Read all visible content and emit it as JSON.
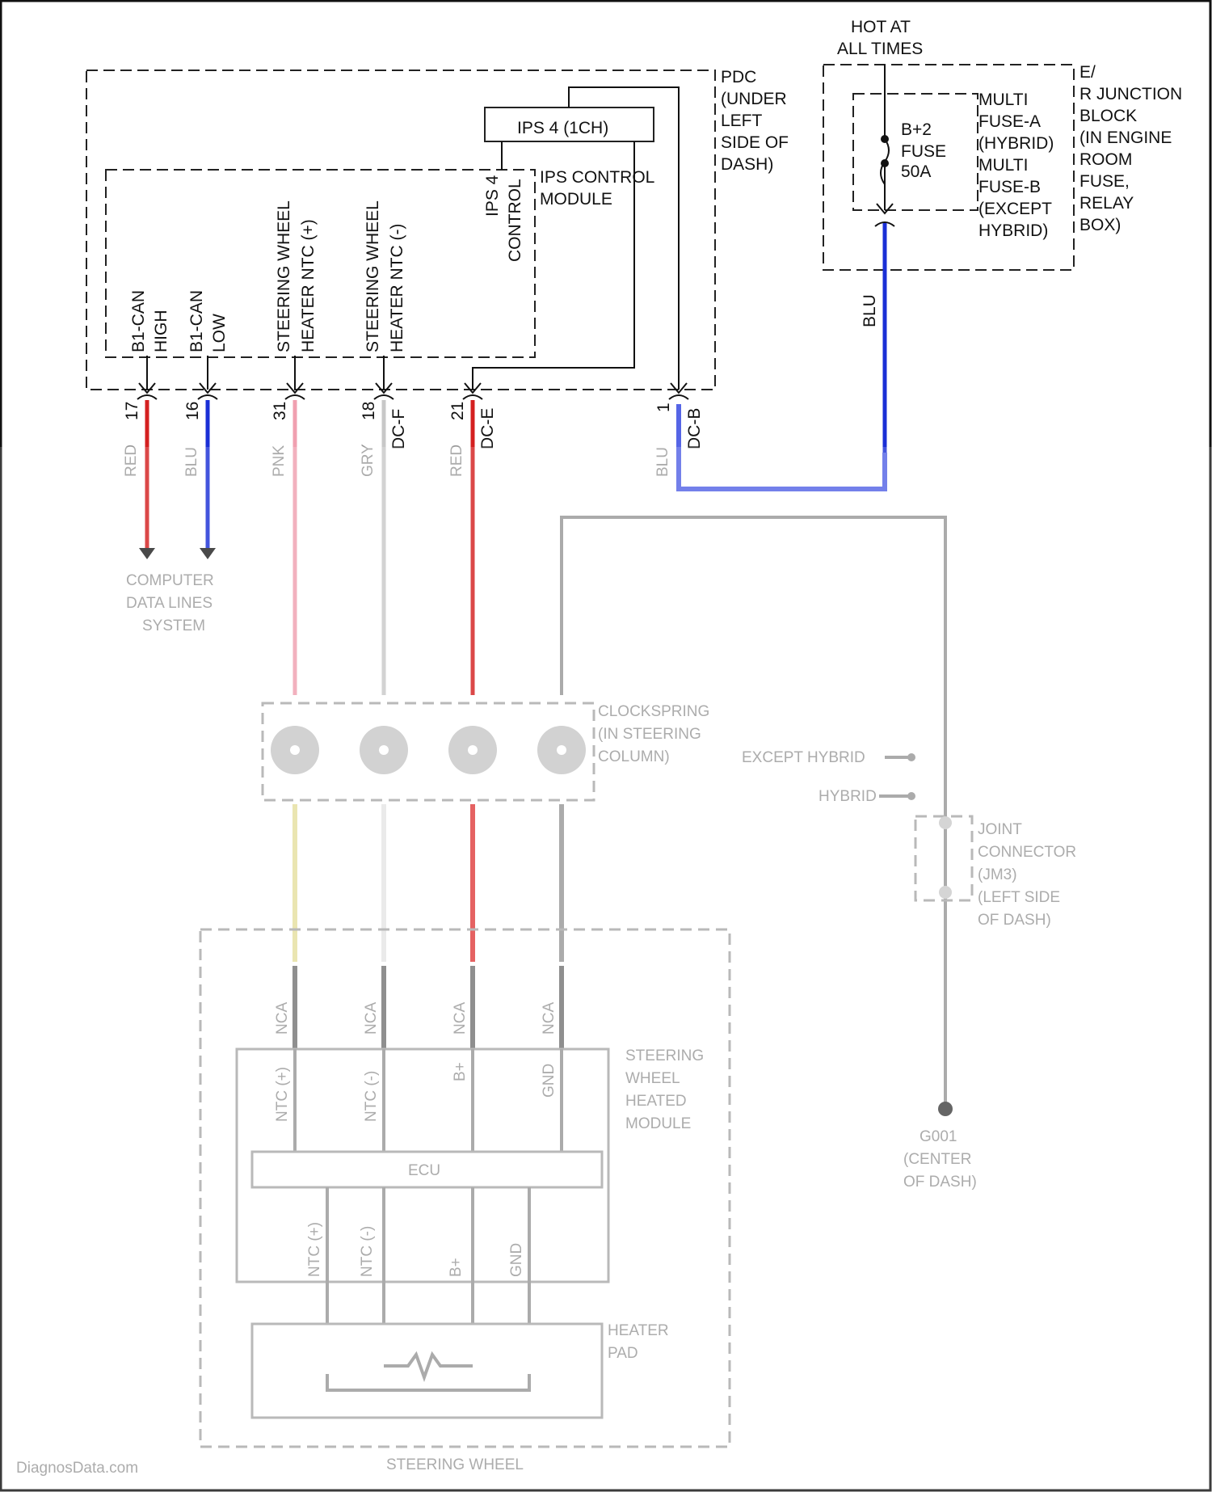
{
  "header": {
    "hot_at": [
      "HOT AT",
      "ALL TIMES"
    ],
    "pdc": [
      "PDC",
      "(UNDER",
      "LEFT",
      "SIDE OF",
      "DASH)"
    ],
    "ips4": "IPS 4 (1CH)",
    "ips_control_module": [
      "IPS CONTROL",
      "MODULE"
    ],
    "ips4_control": [
      "IPS 4",
      "CONTROL"
    ],
    "junction_block": [
      "E/",
      "R JUNCTION",
      "BLOCK",
      "(IN ENGINE",
      "ROOM",
      "FUSE,",
      "RELAY",
      "BOX)"
    ],
    "fuse": [
      "B+2",
      "FUSE",
      "50A"
    ],
    "multi_fuse": [
      "MULTI",
      "FUSE-A",
      "(HYBRID)",
      "MULTI",
      "FUSE-B",
      "(EXCEPT",
      "HYBRID)"
    ],
    "fuse_wire_color": "BLU"
  },
  "pins": [
    {
      "name": [
        "B1-CAN",
        "HIGH"
      ],
      "pin": "17",
      "conn": "",
      "wire": "RED",
      "color": "#d42020"
    },
    {
      "name": [
        "B1-CAN",
        "LOW"
      ],
      "pin": "16",
      "conn": "",
      "wire": "BLU",
      "color": "#1a2fd6"
    },
    {
      "name": [
        "STEERING WHEEL",
        "HEATER NTC (+)"
      ],
      "pin": "31",
      "conn": "",
      "wire": "PNK",
      "color": "#f0a0b0"
    },
    {
      "name": [
        "STEERING WHEEL",
        "HEATER NTC (-)"
      ],
      "pin": "18",
      "conn": "DC-F",
      "wire": "GRY",
      "color": "#c8c8c8"
    },
    {
      "name": [],
      "pin": "21",
      "conn": "DC-E",
      "wire": "RED",
      "color": "#d42020"
    },
    {
      "name": [],
      "pin": "1",
      "conn": "DC-B",
      "wire": "BLU",
      "color": "#1a2fd6"
    }
  ],
  "lower": {
    "computer_data_lines": [
      "COMPUTER",
      "DATA LINES",
      "SYSTEM"
    ],
    "clockspring": [
      "CLOCKSPRING",
      "(IN STEERING",
      "COLUMN)"
    ],
    "except_hybrid": "EXCEPT HYBRID",
    "hybrid": "HYBRID",
    "joint_connector": [
      "JOINT",
      "CONNECTOR",
      "(JM3)",
      "(LEFT SIDE",
      "OF DASH)"
    ],
    "ground": [
      "G001",
      "(CENTER",
      "OF DASH)"
    ],
    "steering_wheel_heated_module": [
      "STEERING",
      "WHEEL",
      "HEATED",
      "MODULE"
    ],
    "ecu": "ECU",
    "heater_pad": [
      "HEATER",
      "PAD"
    ],
    "steering_wheel": "STEERING WHEEL",
    "module_pins": [
      "NTC (+)",
      "NTC (-)",
      "B+",
      "GND"
    ],
    "nca": "NCA",
    "watermark": "DiagnosData.com"
  }
}
